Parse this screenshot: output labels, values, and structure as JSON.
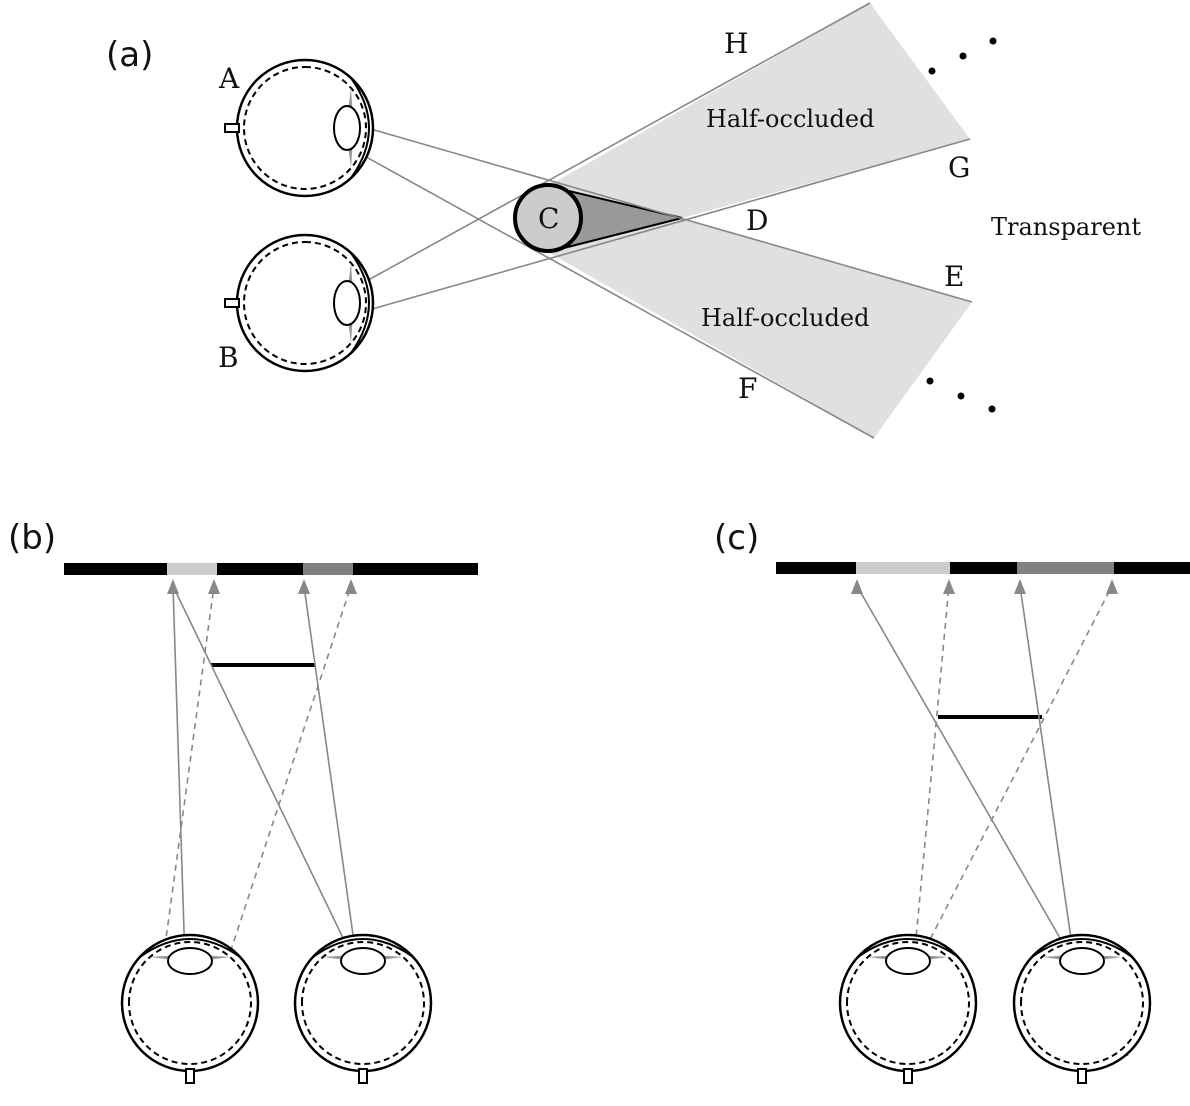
{
  "panels": {
    "a": "(a)",
    "b": "(b)",
    "c": "(c)"
  },
  "points": {
    "A": "A",
    "B": "B",
    "C": "C",
    "D": "D",
    "E": "E",
    "F": "F",
    "G": "G",
    "H": "H"
  },
  "regions": {
    "upper": "Half-occluded",
    "lower": "Half-occluded",
    "right": "Transparent"
  },
  "colors": {
    "region_fill": "#e0e0e0",
    "occluded_fill": "#999999",
    "sphere_fill": "#cccccc",
    "ray": "#888888",
    "bar_light": "#cccccc",
    "bar_dark": "#808080",
    "ink": "#000000"
  }
}
